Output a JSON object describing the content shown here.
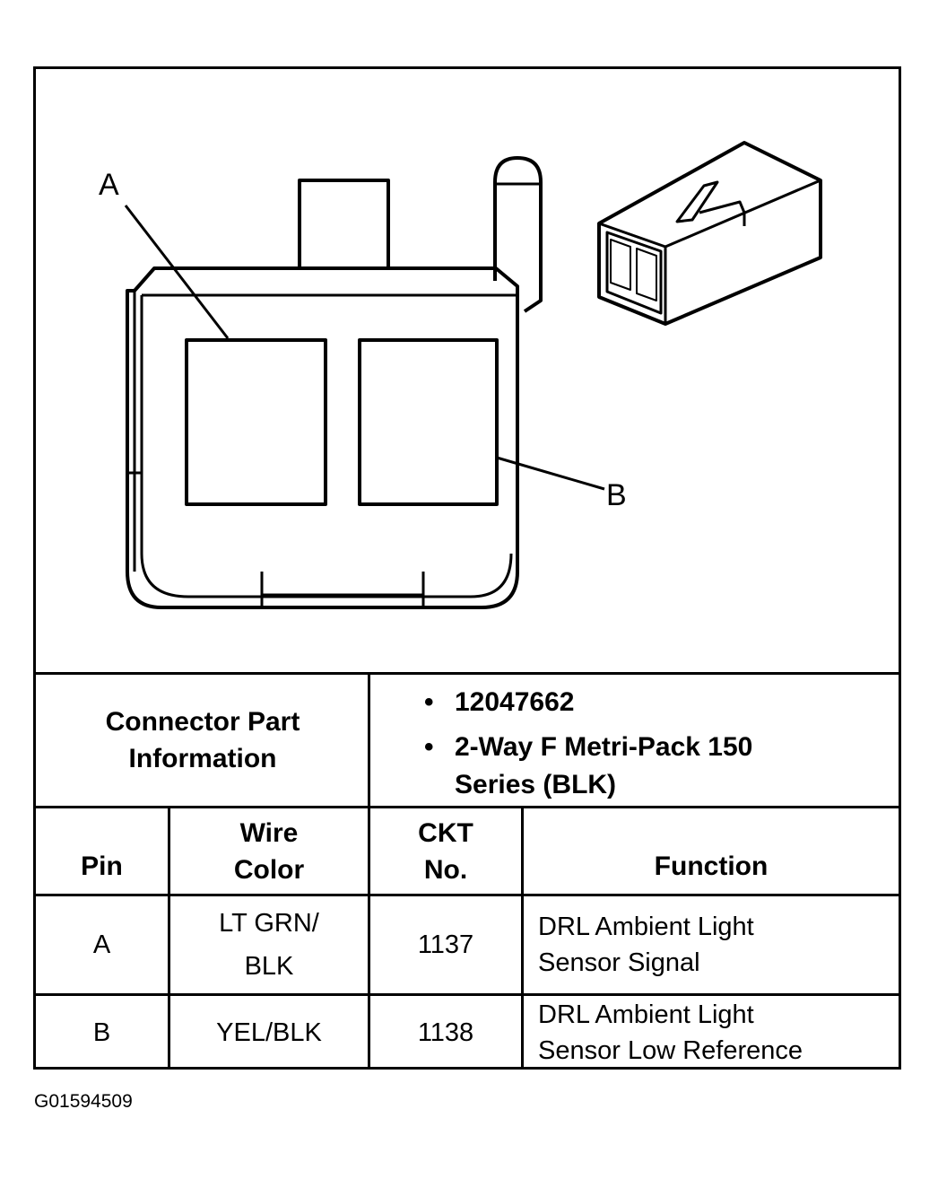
{
  "diagram": {
    "labels": {
      "pin_a": "A",
      "pin_b": "B"
    }
  },
  "connector_info": {
    "label": "Connector Part Information",
    "items": [
      "12047662",
      "2-Way F Metri-Pack 150 Series (BLK)"
    ]
  },
  "table": {
    "headers": {
      "pin": "Pin",
      "wire_line1": "Wire",
      "wire_line2": "Color",
      "ckt_line1": "CKT",
      "ckt_line2": "No.",
      "function": "Function"
    },
    "rows": [
      {
        "pin": "A",
        "wire_line1": "LT GRN/",
        "wire_line2": "BLK",
        "ckt": "1137",
        "function_line1": "DRL Ambient Light",
        "function_line2": "Sensor Signal"
      },
      {
        "pin": "B",
        "wire_line1": "YEL/BLK",
        "wire_line2": "",
        "ckt": "1138",
        "function_line1": "DRL Ambient Light",
        "function_line2": "Sensor Low Reference"
      }
    ]
  },
  "footer": {
    "figure_id": "G01594509"
  }
}
